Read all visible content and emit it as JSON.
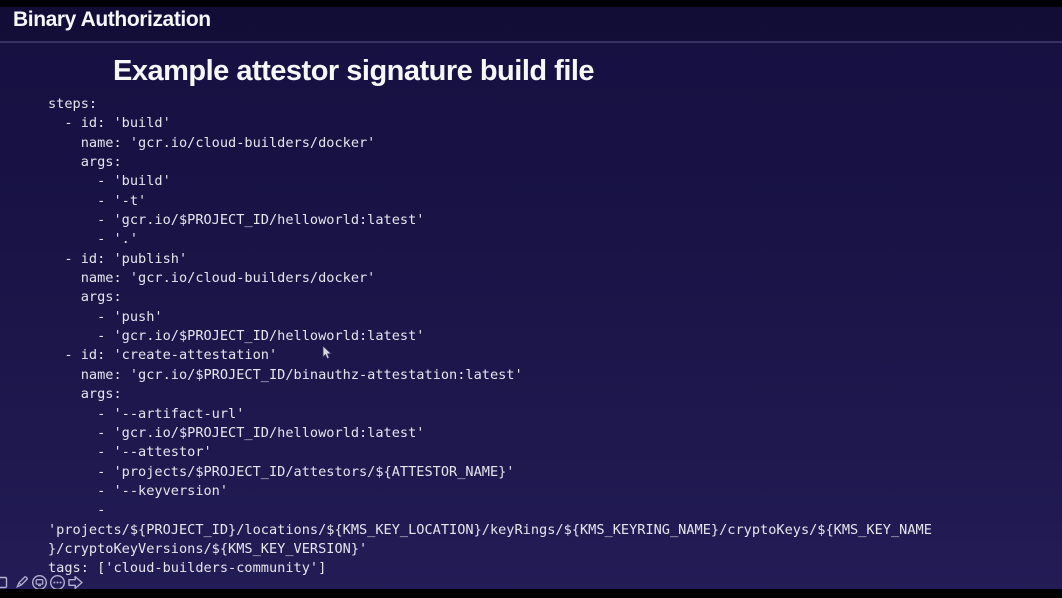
{
  "colors": {
    "background_top": "#151040",
    "background_mid": "#1a1447",
    "background_bottom": "#231c56",
    "strip": "#000000",
    "separator": "#363264",
    "heading_text": "#f7f6fa",
    "code_text": "#e6e5ee",
    "icon": "#b3b1d1"
  },
  "header": {
    "title": "Binary Authorization"
  },
  "slide": {
    "heading": "Example attestor signature build file",
    "code_lines": [
      "steps:",
      "  - id: 'build'",
      "    name: 'gcr.io/cloud-builders/docker'",
      "    args:",
      "      - 'build'",
      "      - '-t'",
      "      - 'gcr.io/$PROJECT_ID/helloworld:latest'",
      "      - '.'",
      "  - id: 'publish'",
      "    name: 'gcr.io/cloud-builders/docker'",
      "    args:",
      "      - 'push'",
      "      - 'gcr.io/$PROJECT_ID/helloworld:latest'",
      "  - id: 'create-attestation'",
      "    name: 'gcr.io/$PROJECT_ID/binauthz-attestation:latest'",
      "    args:",
      "      - '--artifact-url'",
      "      - 'gcr.io/$PROJECT_ID/helloworld:latest'",
      "      - '--attestor'",
      "      - 'projects/$PROJECT_ID/attestors/${ATTESTOR_NAME}'",
      "      - '--keyversion'",
      "      -",
      "'projects/${PROJECT_ID}/locations/${KMS_KEY_LOCATION}/keyRings/${KMS_KEYRING_NAME}/cryptoKeys/${KMS_KEY_NAME",
      "}/cryptoKeyVersions/${KMS_KEY_VERSION}'",
      "tags: ['cloud-builders-community']"
    ]
  },
  "toolbar": {
    "icons": [
      "square-shape-icon",
      "pen-icon",
      "slide-screen-icon",
      "more-options-icon",
      "next-arrow-icon"
    ]
  }
}
